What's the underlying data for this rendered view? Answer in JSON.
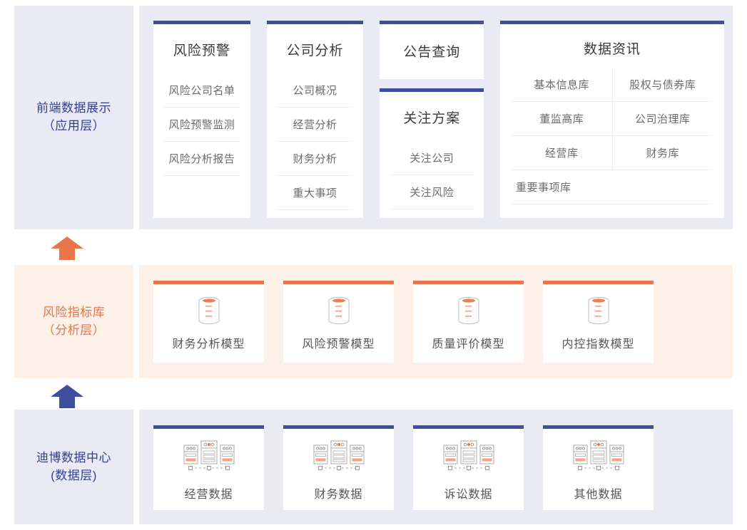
{
  "layers": [
    {
      "id": "application",
      "label_line1": "前端数据展示",
      "label_line2": "（应用层）",
      "accent": "#3f4d9e",
      "background": "#e9eaf4"
    },
    {
      "id": "model",
      "label_line1": "风险指标库",
      "label_line2": "（分析层）",
      "accent": "#e8764a",
      "background": "#fcf0e9"
    },
    {
      "id": "data",
      "label_line1": "迪博数据中心",
      "label_line2": "(数据层)",
      "accent": "#3f4d9e",
      "background": "#e9eaf4"
    }
  ],
  "application": {
    "cards": [
      {
        "title": "风险预警",
        "items": [
          "风险公司名单",
          "风险预警监测",
          "风险分析报告"
        ]
      },
      {
        "title": "公司分析",
        "items": [
          "公司概况",
          "经营分析",
          "财务分析",
          "重大事项"
        ]
      },
      {
        "title": "公告查询",
        "items": []
      },
      {
        "title": "关注方案",
        "items": [
          "关注公司",
          "关注风险"
        ]
      },
      {
        "title": "数据资讯",
        "grid": [
          [
            "基本信息库",
            "股权与债券库"
          ],
          [
            "董监高库",
            "公司治理库"
          ],
          [
            "经营库",
            "财务库"
          ],
          [
            "重要事项库",
            ""
          ]
        ]
      }
    ]
  },
  "model": {
    "tiles": [
      {
        "label": "财务分析模型",
        "icon": "database-icon"
      },
      {
        "label": "风险预警模型",
        "icon": "database-icon"
      },
      {
        "label": "质量评价模型",
        "icon": "database-icon"
      },
      {
        "label": "内控指数模型",
        "icon": "database-icon"
      }
    ]
  },
  "data": {
    "tiles": [
      {
        "label": "经营数据",
        "icon": "server-rack-icon"
      },
      {
        "label": "财务数据",
        "icon": "server-rack-icon"
      },
      {
        "label": "诉讼数据",
        "icon": "server-rack-icon"
      },
      {
        "label": "其他数据",
        "icon": "server-rack-icon"
      }
    ]
  },
  "arrows": [
    {
      "name": "arrow-data-to-model",
      "direction": "up",
      "color": "#3f4d9e"
    },
    {
      "name": "arrow-model-to-application",
      "direction": "up",
      "color": "#e8764a"
    }
  ]
}
